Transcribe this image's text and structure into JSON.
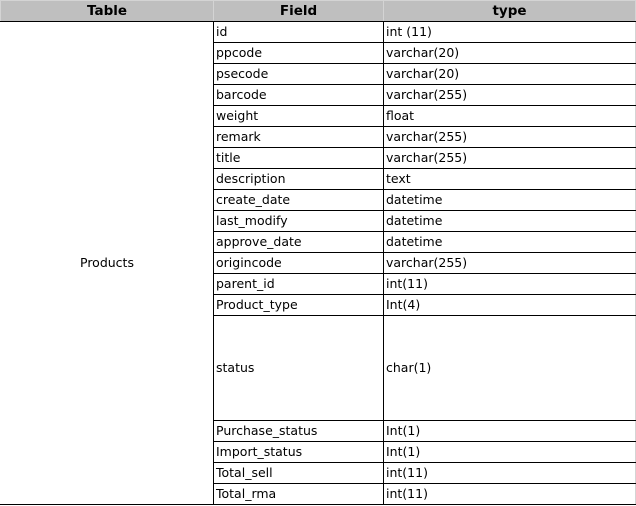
{
  "headers": {
    "table": "Table",
    "field": "Field",
    "type": "type"
  },
  "table_name": "Products",
  "rows": [
    {
      "field": "id",
      "type": "int (11)"
    },
    {
      "field": "ppcode",
      "type": "varchar(20)"
    },
    {
      "field": "psecode",
      "type": "varchar(20)"
    },
    {
      "field": "barcode",
      "type": "varchar(255)"
    },
    {
      "field": "weight",
      "type": "float"
    },
    {
      "field": "remark",
      "type": "varchar(255)"
    },
    {
      "field": "title",
      "type": "varchar(255)"
    },
    {
      "field": "description",
      "type": "text"
    },
    {
      "field": "create_date",
      "type": "datetime"
    },
    {
      "field": "last_modify",
      "type": "datetime"
    },
    {
      "field": "approve_date",
      "type": "datetime"
    },
    {
      "field": "origincode",
      "type": "varchar(255)"
    },
    {
      "field": "parent_id",
      "type": "int(11)"
    },
    {
      "field": "Product_type",
      "type": "Int(4)"
    },
    {
      "field": "status",
      "type": "char(1)"
    },
    {
      "field": "Purchase_status",
      "type": "Int(1)"
    },
    {
      "field": "Import_status",
      "type": "Int(1)"
    },
    {
      "field": "Total_sell",
      "type": "int(11)"
    },
    {
      "field": "Total_rma",
      "type": "int(11)"
    }
  ]
}
